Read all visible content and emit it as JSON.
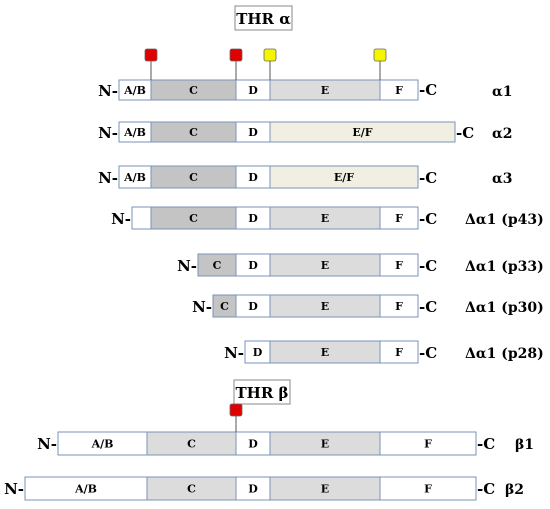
{
  "titles": {
    "alpha": "THR α",
    "beta": "THR β"
  },
  "terminals": {
    "n": "N-",
    "c": "-C"
  },
  "colors": {
    "dark_gray": "#c4c4c4",
    "light_gray": "#dcdcdc",
    "beige": "#f1efe2",
    "white": "#ffffff",
    "outline": "#7a93b8",
    "marker_red": "#e00000",
    "marker_yellow": "#f5f500"
  },
  "isoforms": [
    {
      "label": "α1",
      "segments": [
        {
          "label": "A/B",
          "fill": "white"
        },
        {
          "label": "C",
          "fill": "dark_gray"
        },
        {
          "label": "D",
          "fill": "white"
        },
        {
          "label": "E",
          "fill": "light_gray"
        },
        {
          "label": "F",
          "fill": "white"
        }
      ],
      "markers": [
        {
          "color": "marker_red",
          "after_segment": 0
        },
        {
          "color": "marker_red",
          "after_segment": 1
        },
        {
          "color": "marker_yellow",
          "after_segment": 2
        },
        {
          "color": "marker_yellow",
          "after_segment": 3
        }
      ]
    },
    {
      "label": "α2",
      "segments": [
        {
          "label": "A/B",
          "fill": "white"
        },
        {
          "label": "C",
          "fill": "dark_gray"
        },
        {
          "label": "D",
          "fill": "white"
        },
        {
          "label": "E/F",
          "fill": "beige"
        }
      ],
      "markers": []
    },
    {
      "label": "α3",
      "segments": [
        {
          "label": "A/B",
          "fill": "white"
        },
        {
          "label": "C",
          "fill": "dark_gray"
        },
        {
          "label": "D",
          "fill": "white"
        },
        {
          "label": "E/F",
          "fill": "beige"
        }
      ],
      "markers": []
    },
    {
      "label": "Δα1 (p43)",
      "segments": [
        {
          "label": "",
          "fill": "white"
        },
        {
          "label": "C",
          "fill": "dark_gray"
        },
        {
          "label": "D",
          "fill": "white"
        },
        {
          "label": "E",
          "fill": "light_gray"
        },
        {
          "label": "F",
          "fill": "white"
        }
      ],
      "markers": []
    },
    {
      "label": "Δα1 (p33)",
      "segments": [
        {
          "label": "C",
          "fill": "dark_gray"
        },
        {
          "label": "D",
          "fill": "white"
        },
        {
          "label": "E",
          "fill": "light_gray"
        },
        {
          "label": "F",
          "fill": "white"
        }
      ],
      "markers": []
    },
    {
      "label": "Δα1 (p30)",
      "segments": [
        {
          "label": "C",
          "fill": "dark_gray"
        },
        {
          "label": "D",
          "fill": "white"
        },
        {
          "label": "E",
          "fill": "light_gray"
        },
        {
          "label": "F",
          "fill": "white"
        }
      ],
      "markers": []
    },
    {
      "label": "Δα1 (p28)",
      "segments": [
        {
          "label": "D",
          "fill": "white"
        },
        {
          "label": "E",
          "fill": "light_gray"
        },
        {
          "label": "F",
          "fill": "white"
        }
      ],
      "markers": []
    },
    {
      "label": "β1",
      "segments": [
        {
          "label": "A/B",
          "fill": "white"
        },
        {
          "label": "C",
          "fill": "light_gray"
        },
        {
          "label": "D",
          "fill": "white"
        },
        {
          "label": "E",
          "fill": "light_gray"
        },
        {
          "label": "F",
          "fill": "white"
        }
      ],
      "markers": [
        {
          "color": "marker_red",
          "after_segment": 1
        }
      ]
    },
    {
      "label": "β2",
      "segments": [
        {
          "label": "A/B",
          "fill": "white"
        },
        {
          "label": "C",
          "fill": "light_gray"
        },
        {
          "label": "D",
          "fill": "white"
        },
        {
          "label": "E",
          "fill": "light_gray"
        },
        {
          "label": "F",
          "fill": "white"
        }
      ],
      "markers": []
    }
  ]
}
